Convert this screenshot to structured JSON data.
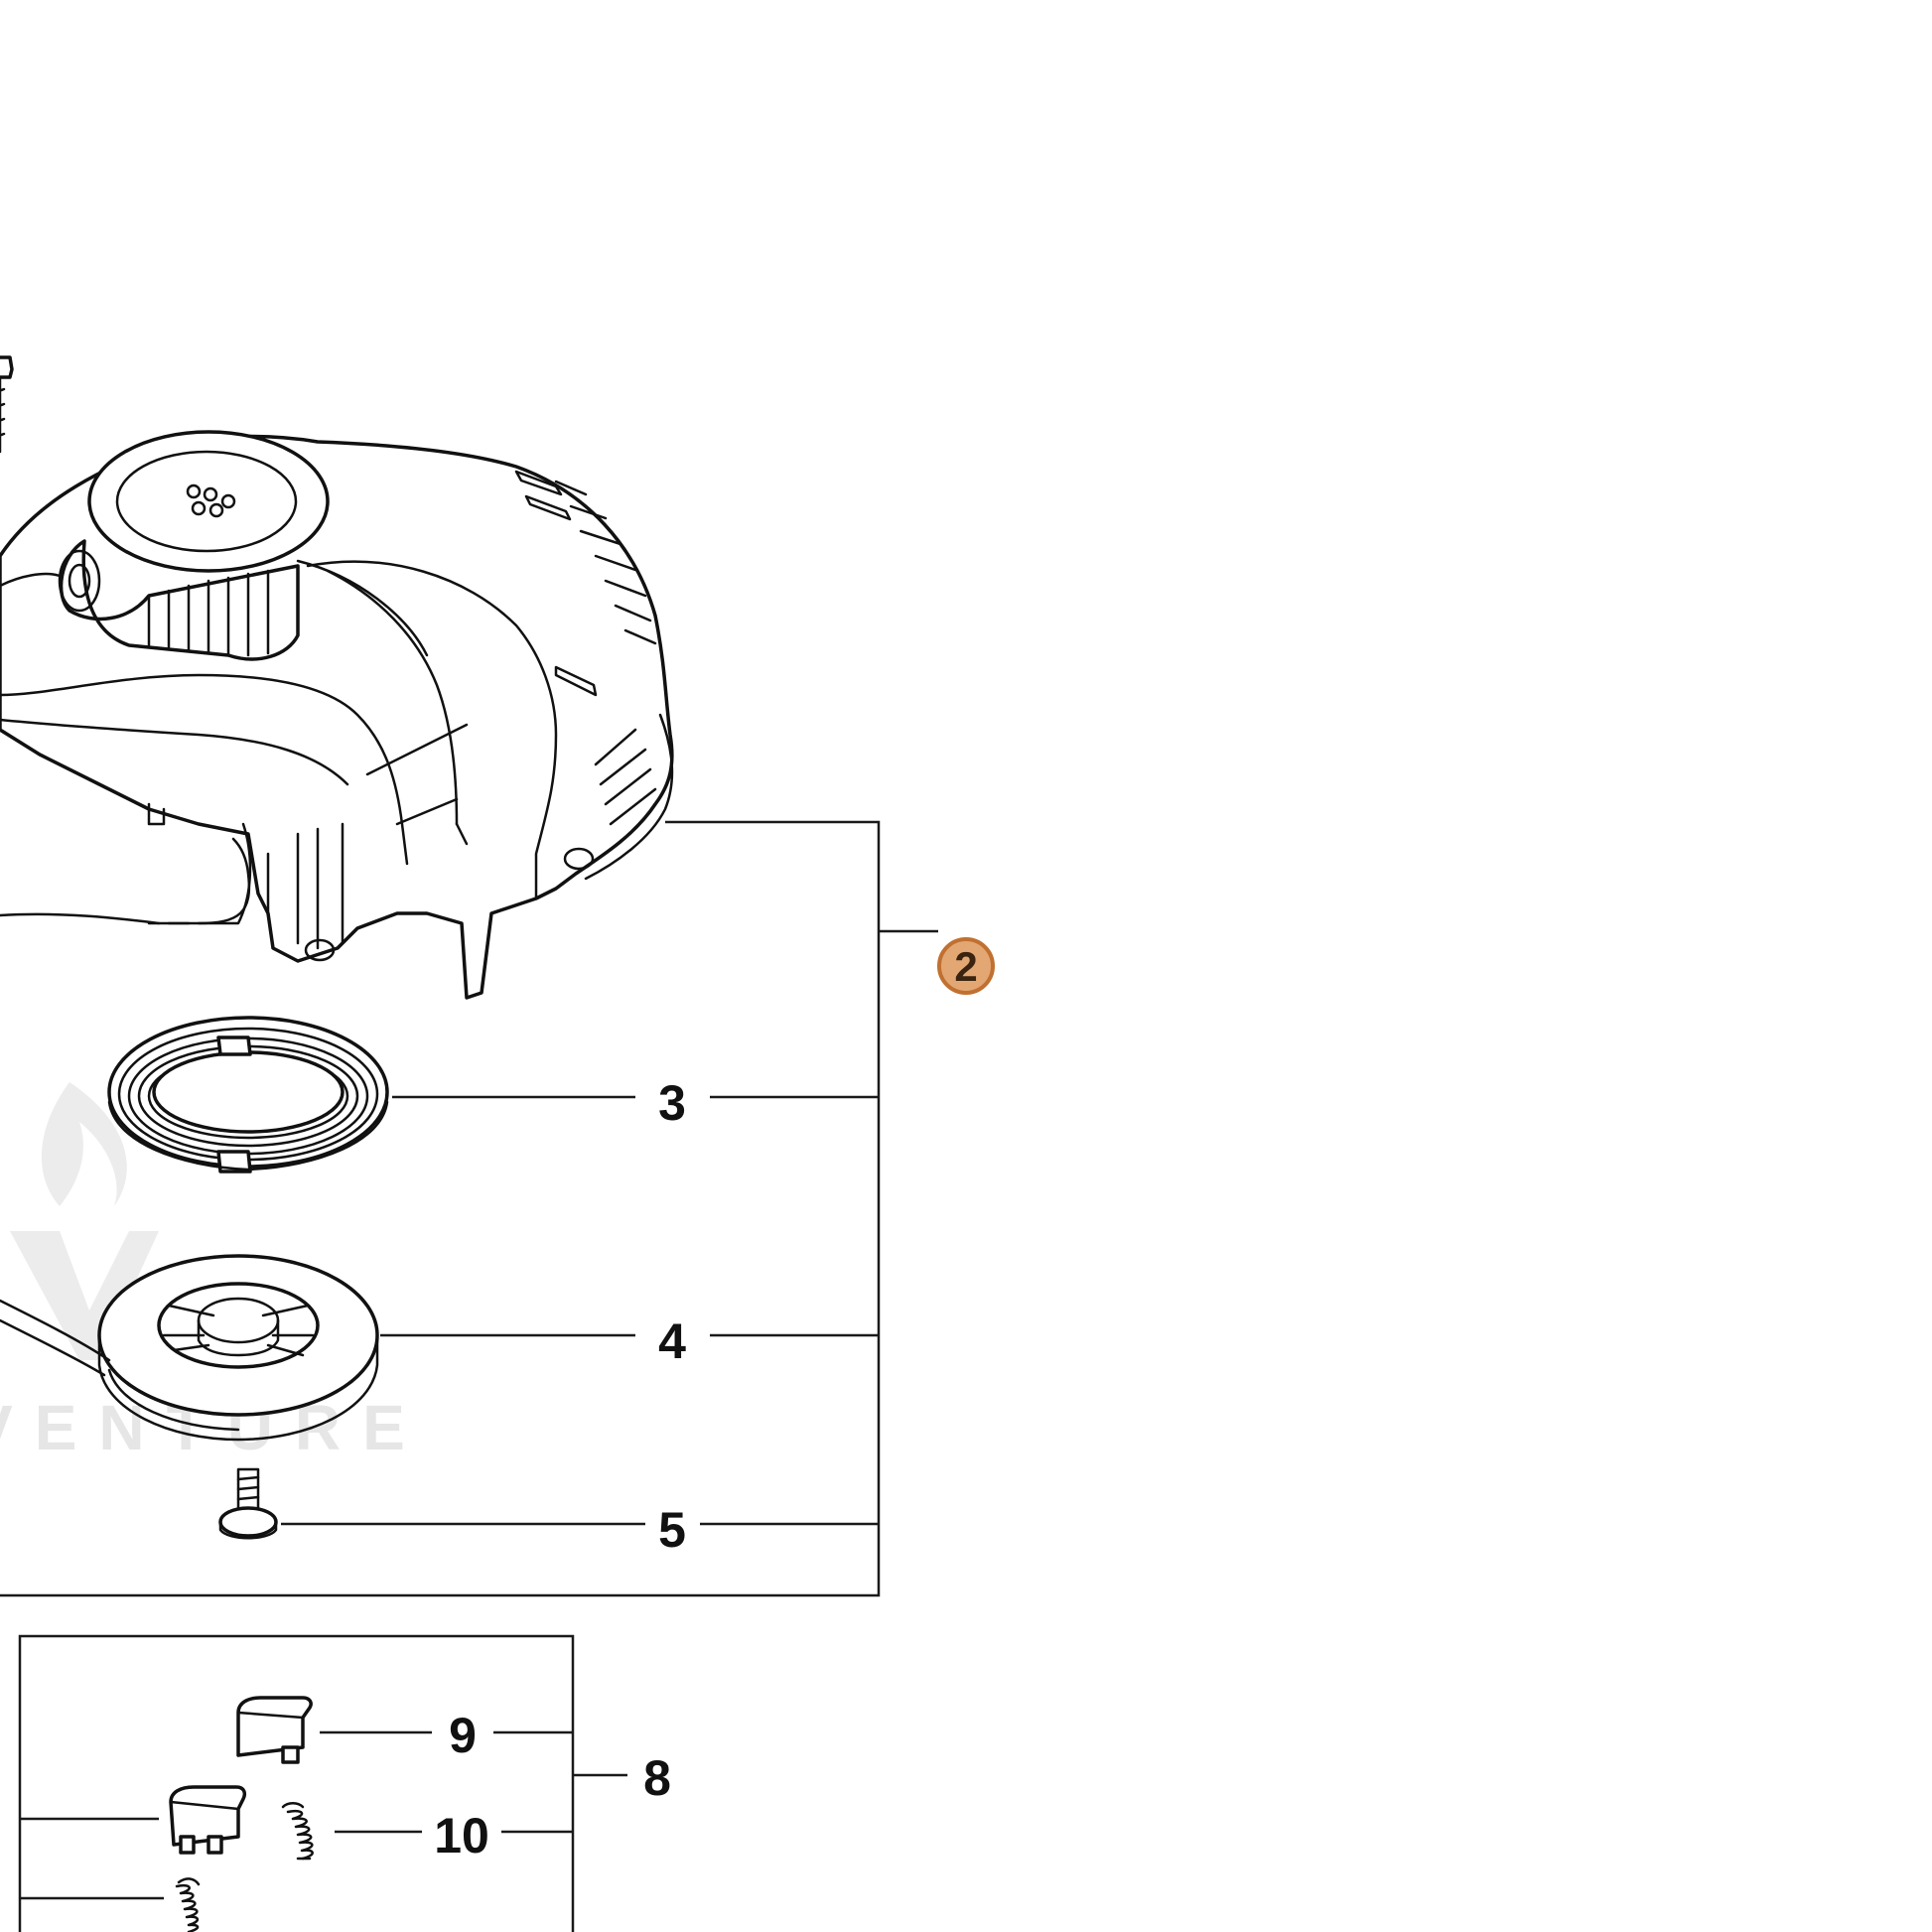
{
  "watermark": {
    "text": "VENTURE"
  },
  "highlight": {
    "label": "2",
    "fill": "#e3a774",
    "stroke": "#c07030"
  },
  "labels": {
    "part_3": "3",
    "part_4": "4",
    "part_5": "5",
    "part_8": "8",
    "part_9": "9",
    "part_10": "10"
  }
}
